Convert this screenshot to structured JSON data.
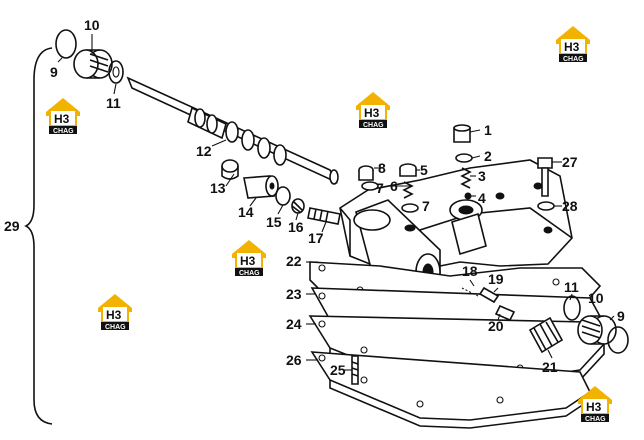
{
  "diagram": {
    "part_labels": [
      "1",
      "2",
      "3",
      "4",
      "5",
      "6",
      "7",
      "7",
      "8",
      "9",
      "9",
      "10",
      "10",
      "11",
      "11",
      "12",
      "13",
      "14",
      "15",
      "16",
      "17",
      "18",
      "19",
      "20",
      "21",
      "22",
      "23",
      "24",
      "25",
      "26",
      "27",
      "28",
      "29"
    ]
  },
  "watermark": {
    "main": "H3",
    "sub": "CHAG"
  }
}
